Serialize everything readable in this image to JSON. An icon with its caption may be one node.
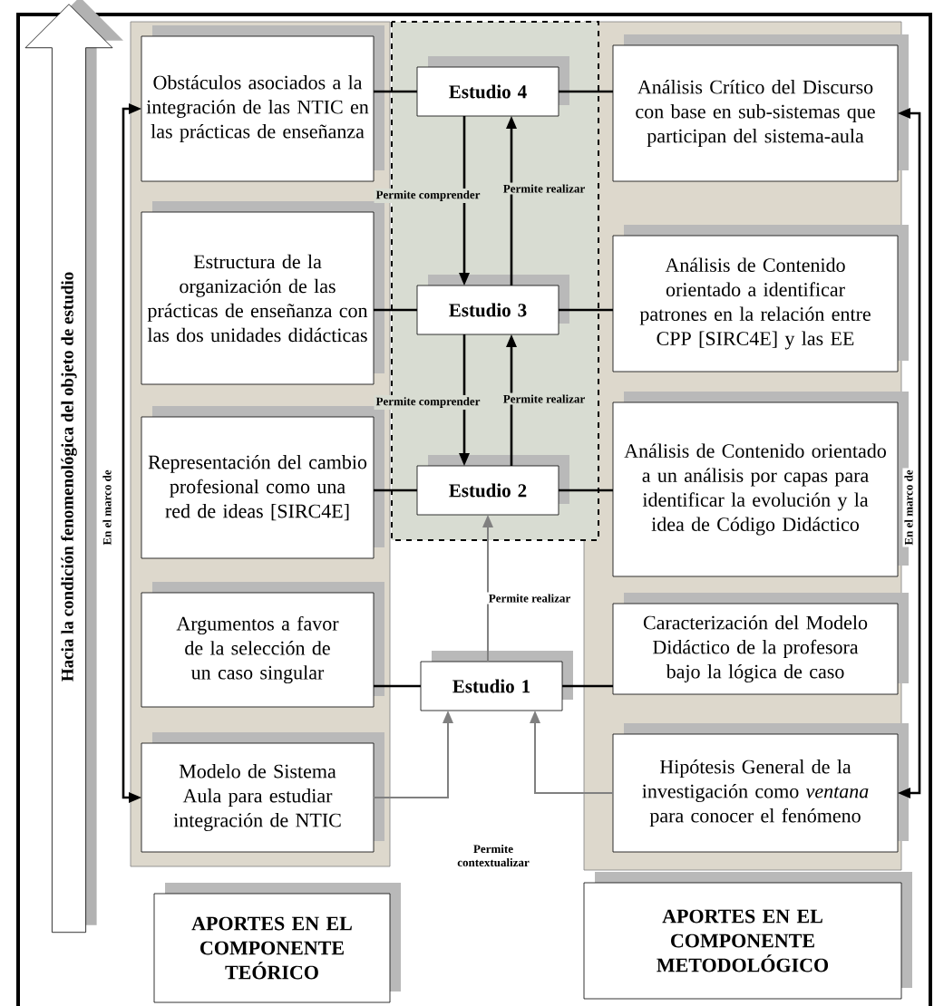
{
  "diagram": {
    "nodes": [
      {
        "text": [
          "Hacia la condición fenomenológica del objeto de estudio"
        ]
      },
      {
        "text": [
          "Obstáculos asociados a la integración de las NTIC en las prácticas de enseñanza"
        ]
      },
      {
        "text": [
          "Estructura de la organización de las prácticas de enseñanza con las dos unidades didácticas"
        ]
      },
      {
        "text": [
          "Representación del cambio profesional como una red de ideas [SIRC4E]"
        ]
      },
      {
        "text": [
          "Argumentos a favor de la selección de un caso singular"
        ]
      },
      {
        "text": [
          "Modelo de Sistema Aula para estudiar integración de NTIC"
        ]
      },
      {
        "text": [
          "Estudio 4"
        ]
      },
      {
        "text": [
          "Estudio 3"
        ]
      },
      {
        "text": [
          "Estudio 2"
        ]
      },
      {
        "text": [
          "Estudio 1"
        ]
      },
      {
        "text": [
          "Análisis Crítico del Discurso con base en sub-sistemas que participan del sistema-aula"
        ]
      },
      {
        "text": [
          "Análisis de Contenido orientado a identificar patrones en la relación entre CPP [SIRC4E] y las EE"
        ]
      },
      {
        "text": [
          "Análisis de Contenido orientado a un análisis por capas para identificar la evolución y la idea de Código Didáctico"
        ]
      },
      {
        "text": [
          "Caracterización del Modelo Didáctico de la profesora bajo la lógica de caso"
        ]
      },
      {
        "text": [
          "Hipótesis General de la investigación como *ventana* para conocer el fenómeno"
        ]
      },
      {
        "text": [
          "APORTES EN EL COMPONENTE TEÓRICO"
        ]
      },
      {
        "text": [
          "APORTES EN EL COMPONENTE METODOLÓGICO"
        ]
      }
    ],
    "edges": [
      {
        "from": 1,
        "to": 6,
        "arrow": "none"
      },
      {
        "from": 2,
        "to": 7,
        "arrow": "none"
      },
      {
        "from": 3,
        "to": 8,
        "arrow": "none"
      },
      {
        "from": 4,
        "to": 9,
        "arrow": "none"
      },
      {
        "from": 6,
        "to": 10,
        "arrow": "none"
      },
      {
        "from": 7,
        "to": 11,
        "arrow": "none"
      },
      {
        "from": 8,
        "to": 12,
        "arrow": "none"
      },
      {
        "from": 9,
        "to": 13,
        "arrow": "none"
      },
      {
        "from": 6,
        "to": 7,
        "arrow": "to",
        "label": "Permite comprender"
      },
      {
        "from": 7,
        "to": 6,
        "arrow": "to",
        "label": "Permite realizar"
      },
      {
        "from": 7,
        "to": 8,
        "arrow": "to",
        "label": "Permite comprender"
      },
      {
        "from": 8,
        "to": 7,
        "arrow": "to",
        "label": "Permite realizar"
      },
      {
        "from": 9,
        "to": 8,
        "arrow": "to",
        "label": "Permite realizar",
        "color": "#808080"
      },
      {
        "from": 5,
        "to": 9,
        "arrow": "to",
        "color": "#808080"
      },
      {
        "from": 14,
        "to": 9,
        "arrow": "to",
        "color": "#808080"
      },
      {
        "from": 1,
        "to": 5,
        "arrow": "both",
        "label": "En el marco de"
      },
      {
        "from": 10,
        "to": 14,
        "arrow": "both",
        "label": "En el marco de"
      }
    ],
    "labels": [
      "Permite contextualizar"
    ]
  }
}
